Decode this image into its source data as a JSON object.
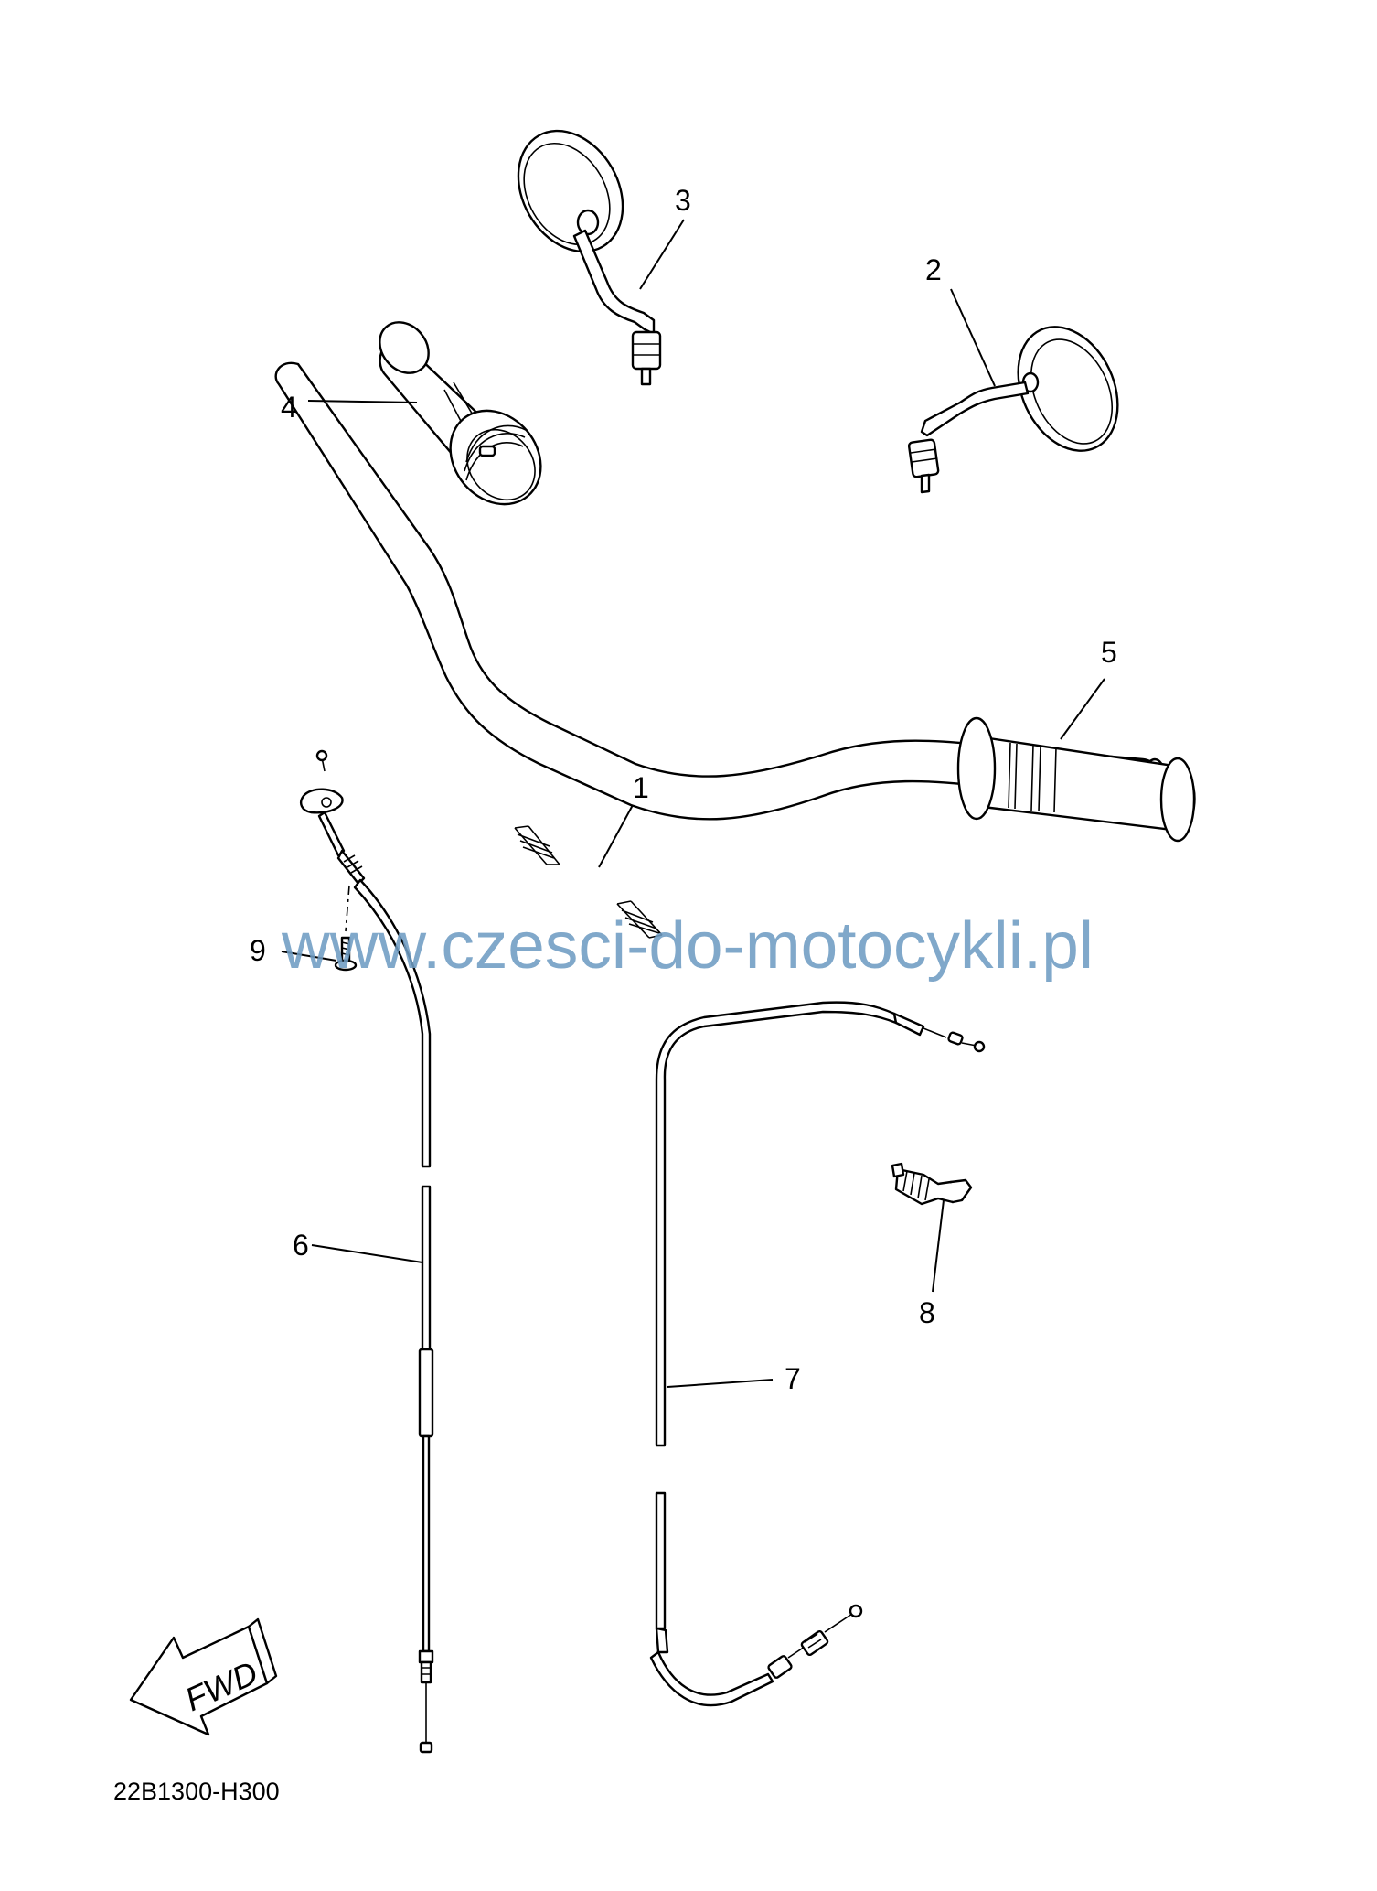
{
  "diagram_code": "22B1300-H300",
  "watermark": "www.czesci-do-motocykli.pl",
  "direction_arrow_label": "FWD",
  "callouts": [
    {
      "number": "1",
      "part": "handlebar"
    },
    {
      "number": "2",
      "part": "rear-view-mirror-right"
    },
    {
      "number": "3",
      "part": "rear-view-mirror-left"
    },
    {
      "number": "4",
      "part": "throttle-grip"
    },
    {
      "number": "5",
      "part": "handlebar-grip"
    },
    {
      "number": "6",
      "part": "throttle-cable"
    },
    {
      "number": "7",
      "part": "clutch-cable"
    },
    {
      "number": "8",
      "part": "cable-adjuster"
    },
    {
      "number": "9",
      "part": "screw"
    }
  ]
}
